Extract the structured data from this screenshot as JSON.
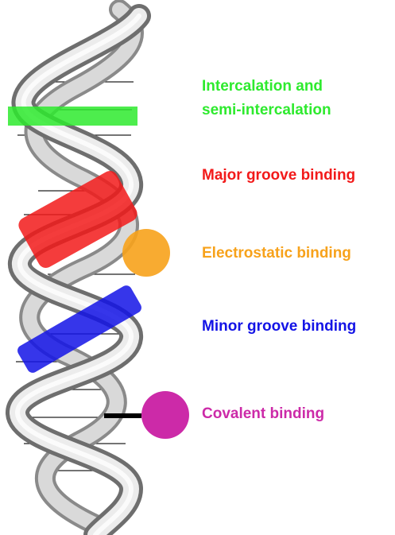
{
  "labels": {
    "intercalation_line1": "Intercalation and",
    "intercalation_line2": "semi-intercalation",
    "major_groove": "Major groove binding",
    "electrostatic": "Electrostatic binding",
    "minor_groove": "Minor groove binding",
    "covalent": "Covalent binding"
  },
  "colors": {
    "intercalation": "#2eea2e",
    "major_groove": "#f21a1a",
    "electrostatic": "#f7a21b",
    "minor_groove": "#1313e6",
    "covalent": "#cc2aa8",
    "helix_strand": "#c8c8c8",
    "base_pair": "#222222"
  }
}
